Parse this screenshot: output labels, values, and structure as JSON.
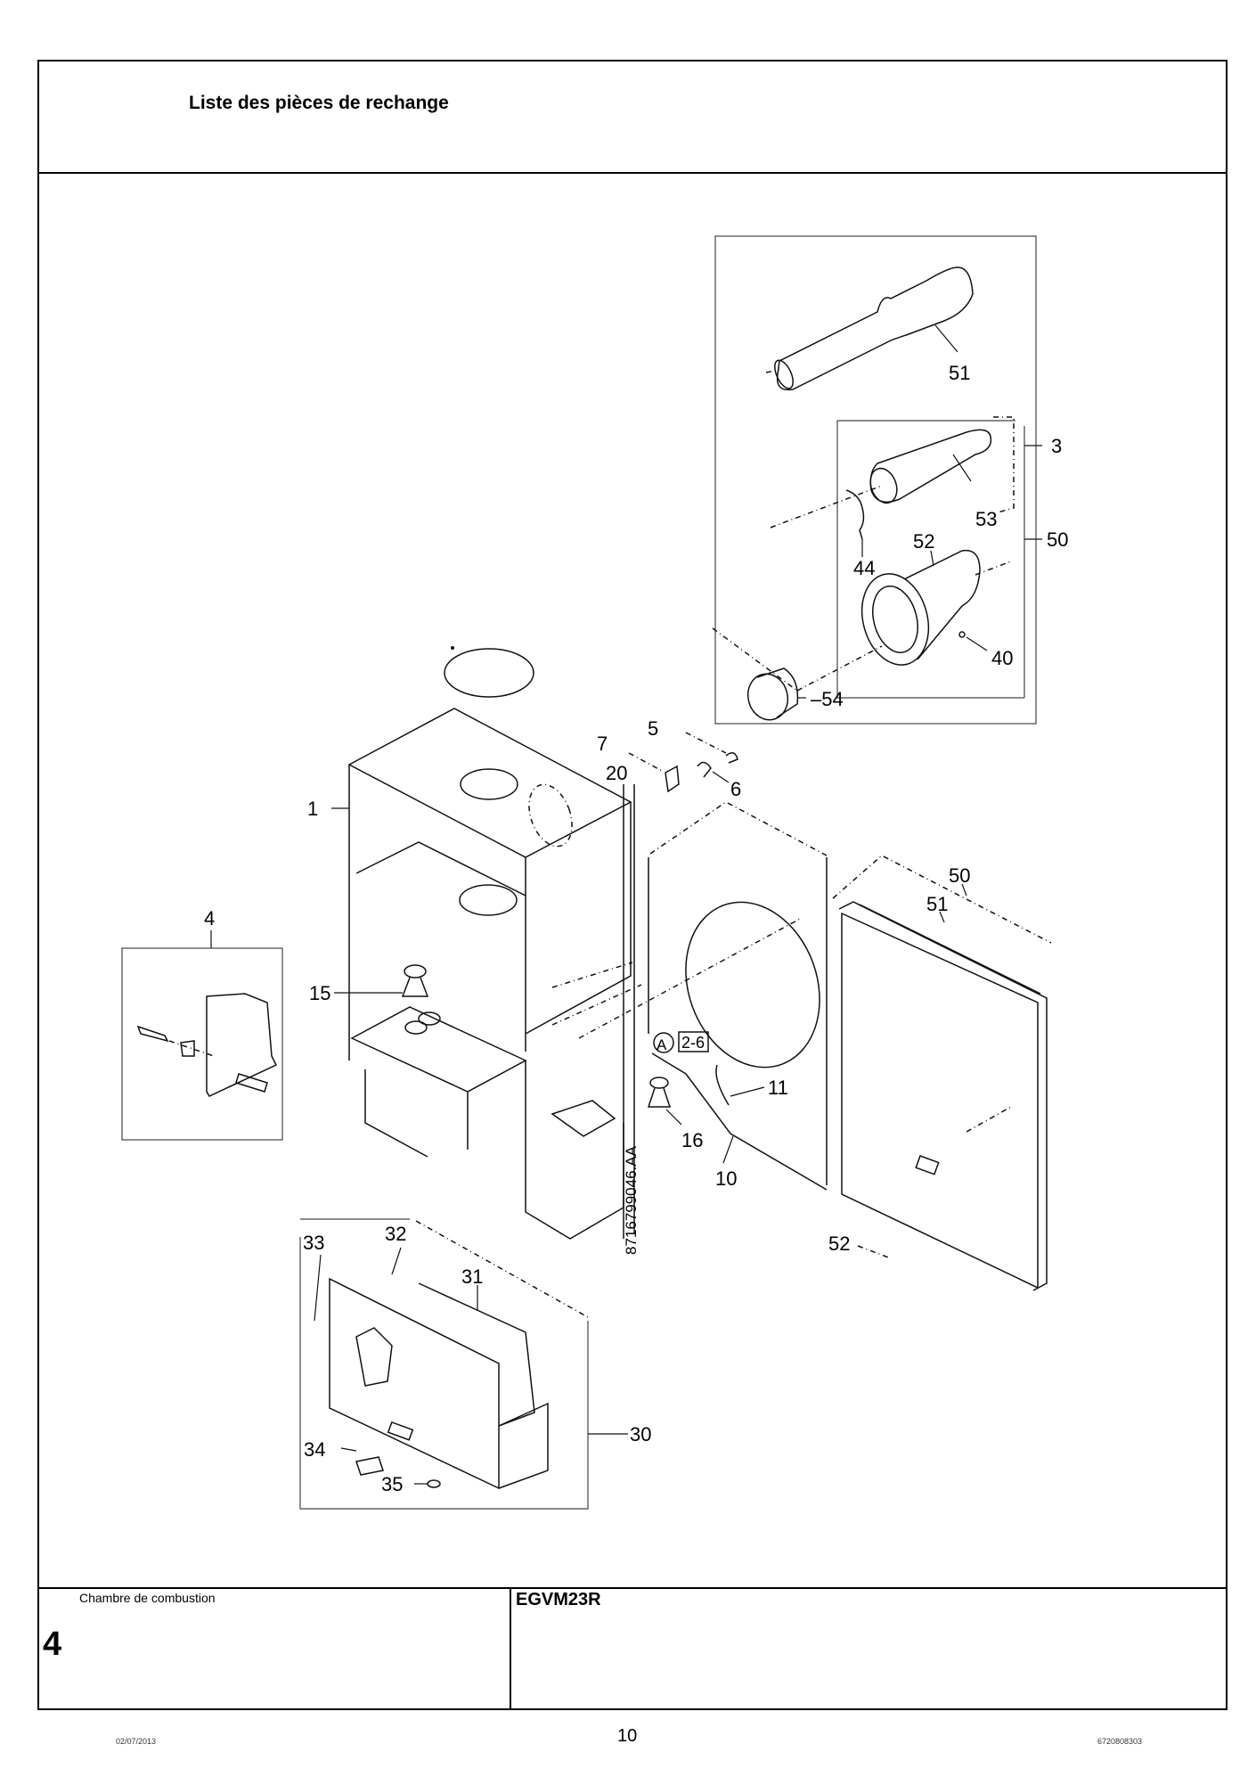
{
  "header": {
    "title": "Liste des pièces de rechange"
  },
  "diagram": {
    "drawing_ref": "8716799046.AA",
    "callout": {
      "circle_letter": "A",
      "range": "2-6"
    },
    "part_labels": {
      "p1": "1",
      "p3": "3",
      "p4": "4",
      "p5": "5",
      "p6": "6",
      "p7": "7",
      "p10": "10",
      "p11": "11",
      "p15": "15",
      "p16": "16",
      "p20": "20",
      "p30": "30",
      "p31": "31",
      "p32": "32",
      "p33": "33",
      "p34": "34",
      "p35": "35",
      "p40": "40",
      "p44": "44",
      "p50_top": "50",
      "p50_right": "50",
      "p51_top": "51",
      "p51_right": "51",
      "p52_top": "52",
      "p52_bottom": "52",
      "p53": "53",
      "p54": "–54"
    }
  },
  "footer": {
    "section_name": "Chambre de combustion",
    "section_number": "4",
    "model": "EGVM23R",
    "date": "02/07/2013",
    "page_number": "10",
    "document_code": "6720808303"
  }
}
